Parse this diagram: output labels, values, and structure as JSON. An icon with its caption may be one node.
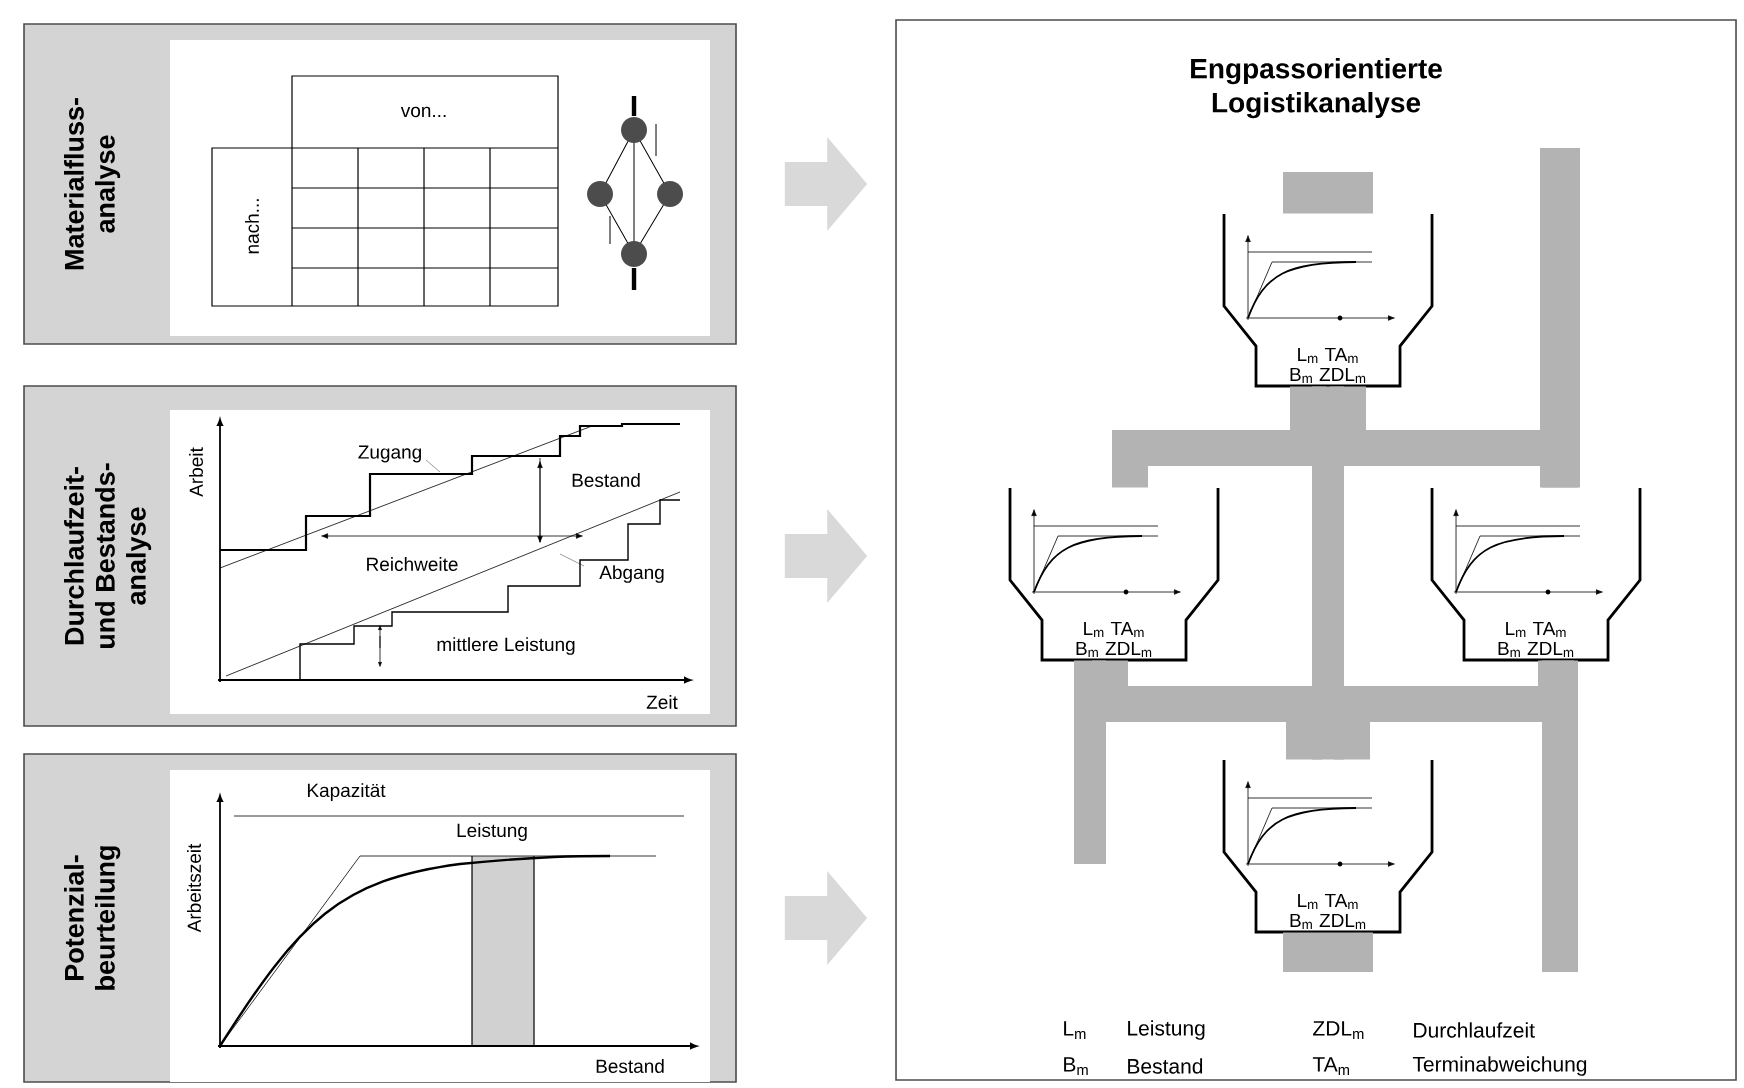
{
  "diagram": {
    "nodes": [
      {
        "text": [
          "Materialfluss- analyse"
        ]
      },
      {
        "text": [
          "Durchlaufzeit- und Bestands- analyse"
        ]
      },
      {
        "text": [
          "Potenzial- beurteilung"
        ]
      },
      {
        "text": [
          "Engpassorientierte Logistikanalyse"
        ]
      },
      {
        "text": [
          "L$_{m}$ TA$_{m}$ B$_{m}$ ZDL$_{m}$"
        ],
        "in": 3
      },
      {
        "text": [
          "L$_{m}$ TA$_{m}$ B$_{m}$ ZDL$_{m}$"
        ],
        "in": 3
      },
      {
        "text": [
          "L$_{m}$ TA$_{m}$ B$_{m}$ ZDL$_{m}$"
        ],
        "in": 3
      },
      {
        "text": [
          "L$_{m}$ TA$_{m}$ B$_{m}$ ZDL$_{m}$"
        ],
        "in": 3
      }
    ],
    "edges": [
      {
        "from": 0,
        "to": 3,
        "arrow": "to",
        "color": "#d9d9d9"
      },
      {
        "from": 1,
        "to": 3,
        "arrow": "to",
        "color": "#d9d9d9"
      },
      {
        "from": 2,
        "to": 3,
        "arrow": "to",
        "color": "#d9d9d9"
      },
      {
        "from": null,
        "to": 4,
        "arrow": "none",
        "style": "thick"
      },
      {
        "from": null,
        "to": 6,
        "arrow": "none"
      },
      {
        "from": 4,
        "to": 5,
        "arrow": "none"
      },
      {
        "from": 4,
        "to": 6,
        "arrow": "none"
      },
      {
        "from": 4,
        "to": 7,
        "arrow": "none"
      },
      {
        "from": 5,
        "to": 7,
        "arrow": "none"
      },
      {
        "from": 6,
        "to": 7,
        "arrow": "none"
      },
      {
        "from": 5,
        "to": null,
        "arrow": "none"
      },
      {
        "from": 6,
        "to": null,
        "arrow": "none"
      },
      {
        "from": 7,
        "to": null,
        "arrow": "none",
        "style": "thick"
      }
    ],
    "labels": [
      "von...",
      "nach...",
      "Arbeit",
      "Zugang",
      "Bestand",
      "Reichweite",
      "Abgang",
      "mittlere Leistung",
      "Zeit",
      "Kapazität",
      "Arbeitszeit",
      "Leistung",
      "Bestand",
      "L$_{m}$",
      "Leistung",
      "ZDL$_{m}$",
      "Durchlaufzeit",
      "B$_{m}$",
      "Bestand",
      "TA$_{m}$",
      "Terminabweichung"
    ]
  }
}
